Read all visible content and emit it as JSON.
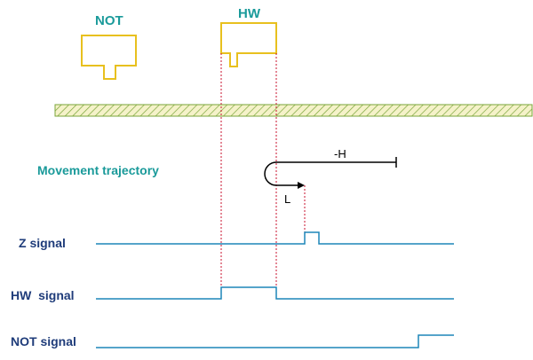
{
  "labels": {
    "not_switch": "NOT",
    "hw_switch": "HW",
    "movement": "Movement trajectory",
    "high_speed": "-H",
    "low_speed": "L",
    "z_signal": "Z signal",
    "hw_signal": "HW  signal",
    "not_signal": "NOT signal"
  },
  "colors": {
    "switch_outline": "#e8c01e",
    "guide_dotted": "#c8102e",
    "signal_line": "#1d86b8",
    "rail_fill": "#f5f2c9",
    "rail_hatch": "#7aa63a",
    "label_teal": "#1a9a9a",
    "label_navy": "#1f3c7a",
    "trajectory": "#000000"
  }
}
